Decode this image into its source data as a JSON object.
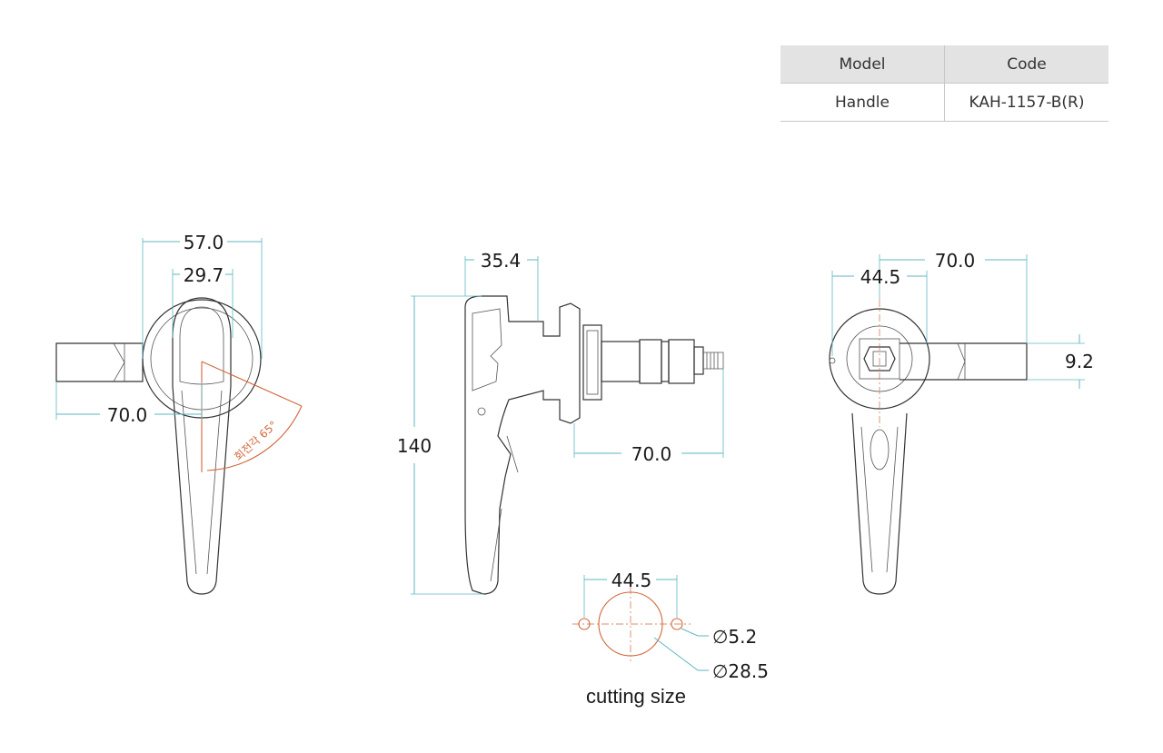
{
  "table": {
    "headers": [
      "Model",
      "Code"
    ],
    "rows": [
      [
        "Handle",
        "KAH-1157-B(R)"
      ]
    ]
  },
  "front_view": {
    "dim_width_total": "57.0",
    "dim_width_inner": "29.7",
    "dim_bar_length": "70.0",
    "rotation_label": "회전각 65°"
  },
  "side_view": {
    "dim_top": "35.4",
    "dim_height": "140",
    "dim_shaft": "70.0"
  },
  "rear_view": {
    "dim_bar": "70.0",
    "dim_center": "44.5",
    "dim_bar_width": "9.2"
  },
  "cutting": {
    "dim_hole_spacing": "44.5",
    "dim_small_hole": "∅5.2",
    "dim_large_hole": "∅28.5",
    "caption": "cutting size"
  },
  "colors": {
    "dimension_line": "#5fb7c2",
    "accent_orange": "#d2663a",
    "table_header_bg": "#e3e3e3"
  }
}
